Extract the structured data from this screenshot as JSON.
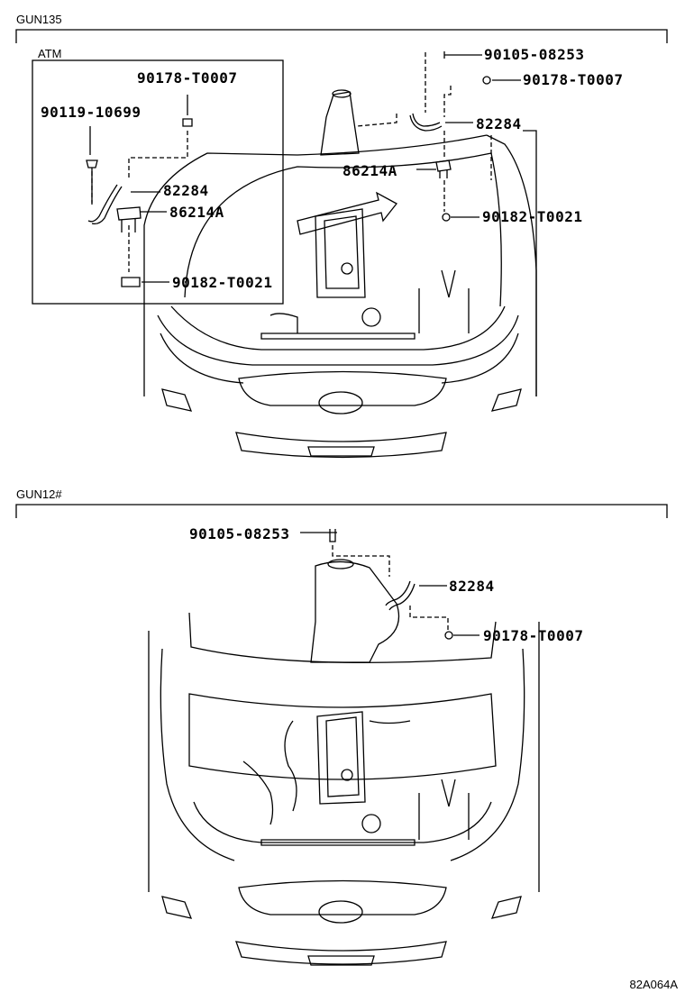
{
  "sections": [
    {
      "label": "GUN135",
      "inset_label": "ATM",
      "callouts": [
        "90105-08253",
        "90178-T0007",
        "82284",
        "86214A",
        "90182-T0021"
      ],
      "inset_callouts": [
        "90178-T0007",
        "90119-10699",
        "82284",
        "86214A",
        "90182-T0021"
      ]
    },
    {
      "label": "GUN12#",
      "callouts": [
        "90105-08253",
        "82284",
        "90178-T0007"
      ]
    }
  ],
  "diagram_ref": "82A064A",
  "colors": {
    "line": "#000000",
    "background": "#ffffff"
  }
}
